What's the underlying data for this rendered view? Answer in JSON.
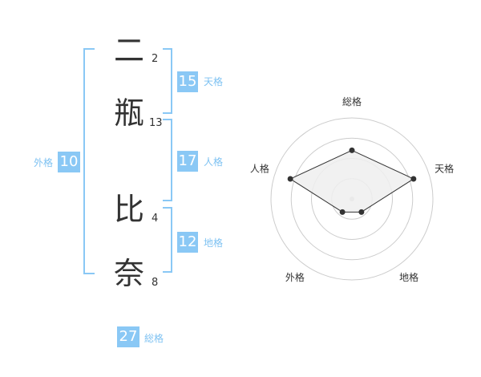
{
  "name_chars": [
    {
      "char": "二",
      "strokes": "2"
    },
    {
      "char": "瓶",
      "strokes": "13"
    },
    {
      "char": "比",
      "strokes": "4"
    },
    {
      "char": "奈",
      "strokes": "8"
    }
  ],
  "kakaku": {
    "tenkaku": {
      "value": "15",
      "label": "天格"
    },
    "jinkaku": {
      "value": "17",
      "label": "人格"
    },
    "chikaku": {
      "value": "12",
      "label": "地格"
    },
    "gaikaku": {
      "value": "10",
      "label": "外格"
    },
    "soukaku": {
      "value": "27",
      "label": "総格"
    }
  },
  "radar": {
    "axes": [
      "総格",
      "天格",
      "地格",
      "外格",
      "人格"
    ],
    "levels": 4,
    "values": [
      3,
      4,
      1,
      1,
      4
    ],
    "max": 5
  },
  "colors": {
    "accent": "#8ac8f5",
    "accent_text": "#7ec2f2",
    "ring": "#cccccc",
    "polygon_fill": "#eeeeee",
    "polygon_stroke": "#333333"
  }
}
